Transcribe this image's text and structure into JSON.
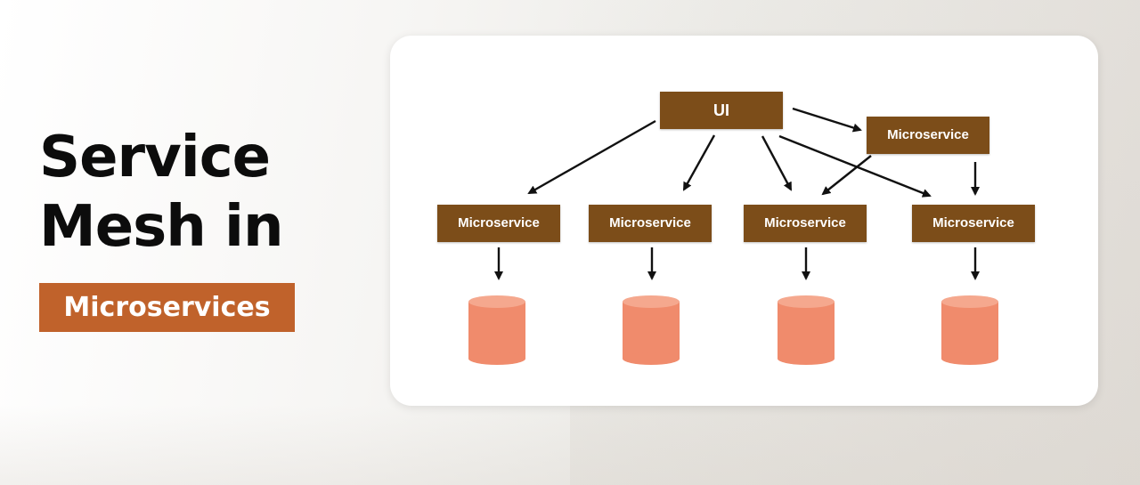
{
  "title": {
    "line1": "Service",
    "line2": "Mesh in",
    "badge": "Microservices"
  },
  "diagram": {
    "ui_label": "UI",
    "services": [
      {
        "label": "Microservice"
      },
      {
        "label": "Microservice"
      },
      {
        "label": "Microservice"
      },
      {
        "label": "Microservice"
      },
      {
        "label": "Microservice"
      }
    ],
    "databases": 4,
    "edges": [
      [
        "ui",
        "ms-top"
      ],
      [
        "ui",
        "ms-1"
      ],
      [
        "ui",
        "ms-2"
      ],
      [
        "ui",
        "ms-3"
      ],
      [
        "ui",
        "ms-4"
      ],
      [
        "ms-top",
        "ms-3"
      ],
      [
        "ms-top",
        "ms-4"
      ],
      [
        "ms-1",
        "db-1"
      ],
      [
        "ms-2",
        "db-2"
      ],
      [
        "ms-3",
        "db-3"
      ],
      [
        "ms-4",
        "db-4"
      ]
    ]
  },
  "colors": {
    "node_fill": "#7c4d19",
    "badge_fill": "#c0622b",
    "db_fill": "#f08b6c",
    "db_top": "#f5a88e",
    "arrow": "#111111"
  }
}
